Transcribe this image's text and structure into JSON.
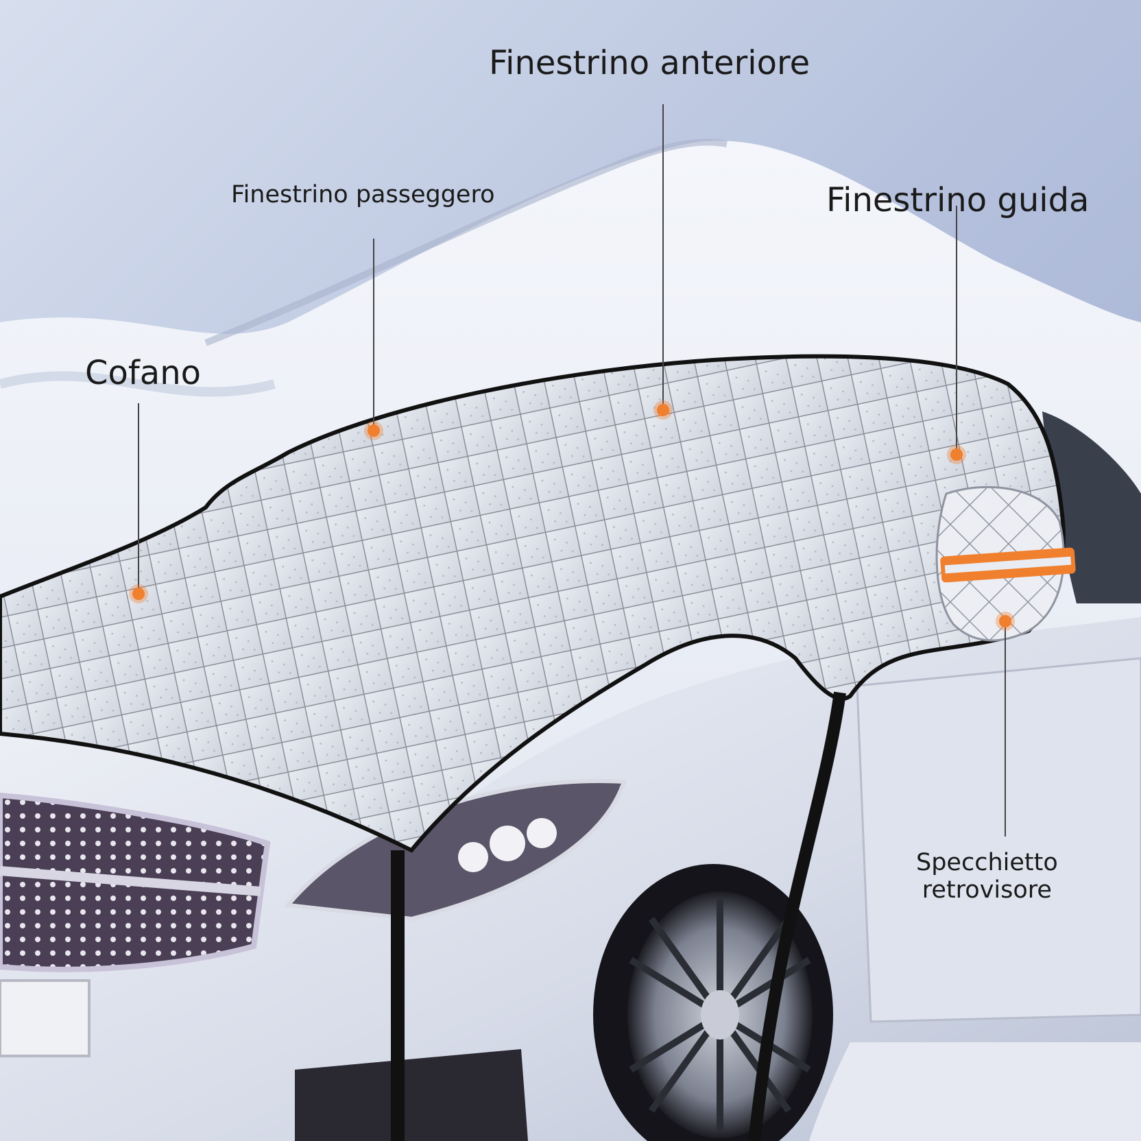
{
  "image": {
    "description_subject": "car-with-snow-cover",
    "accent_color": "#f07f2e",
    "leader_color": "#444444"
  },
  "callouts": {
    "front_window": "Finestrino anteriore",
    "passenger_window": "Finestrino passeggero",
    "driver_window": "Finestrino guida",
    "hood": "Cofano",
    "mirror_line1": "Specchietto",
    "mirror_line2": "retrovisore"
  }
}
